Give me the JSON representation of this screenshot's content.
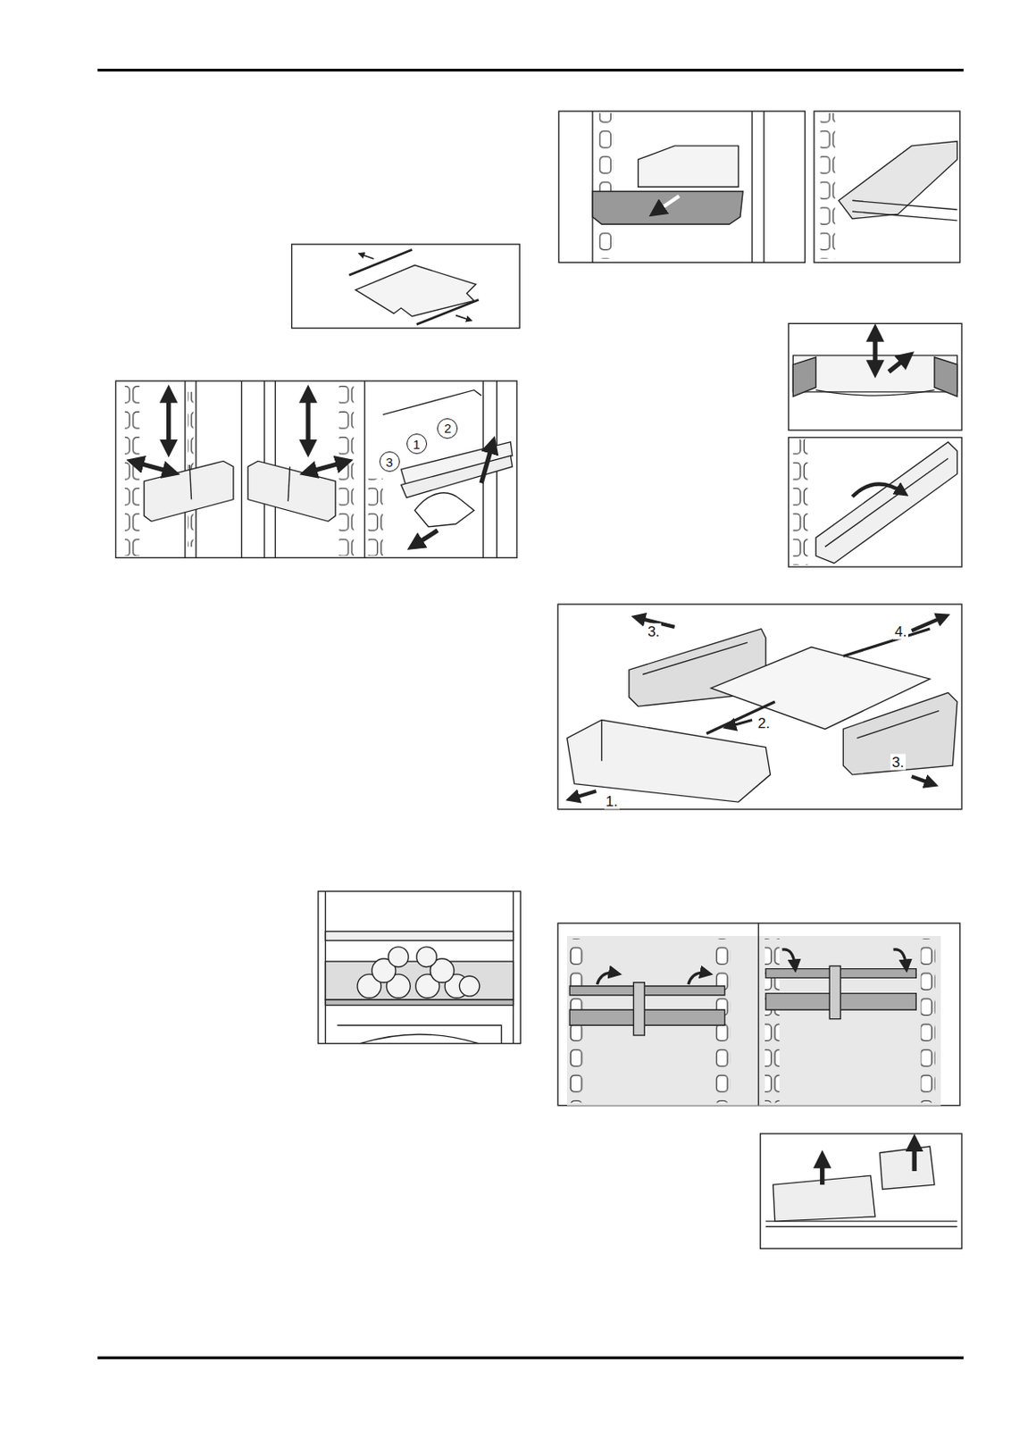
{
  "diagram": {
    "labels": [
      "3",
      "1",
      "2",
      "3.",
      "4.",
      "2.",
      "3.",
      "1."
    ]
  }
}
